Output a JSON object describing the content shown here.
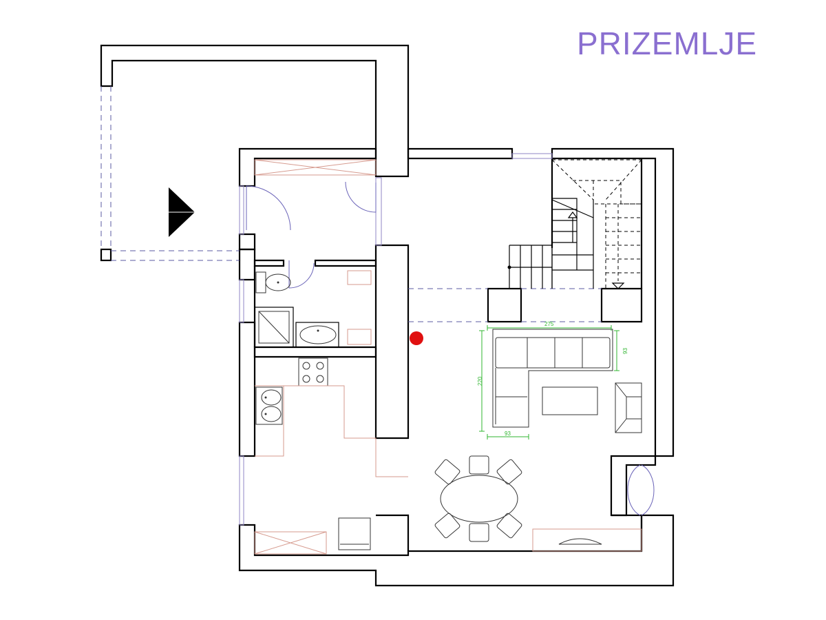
{
  "title": "PRIZEMLJE",
  "colors": {
    "title": "#8a6fd0",
    "walls": "#000000",
    "windows": "#8f86c4",
    "dimensions": "#2fb52f",
    "marker": "#e01010",
    "kitchen_counter": "#d69a8e"
  },
  "dimensions": {
    "sofa_length": "275",
    "sofa_depth_right": "93",
    "sofa_side_length": "220",
    "sofa_depth_bottom": "93"
  },
  "icons": [
    "entrance-arrow-icon",
    "red-marker-icon"
  ]
}
